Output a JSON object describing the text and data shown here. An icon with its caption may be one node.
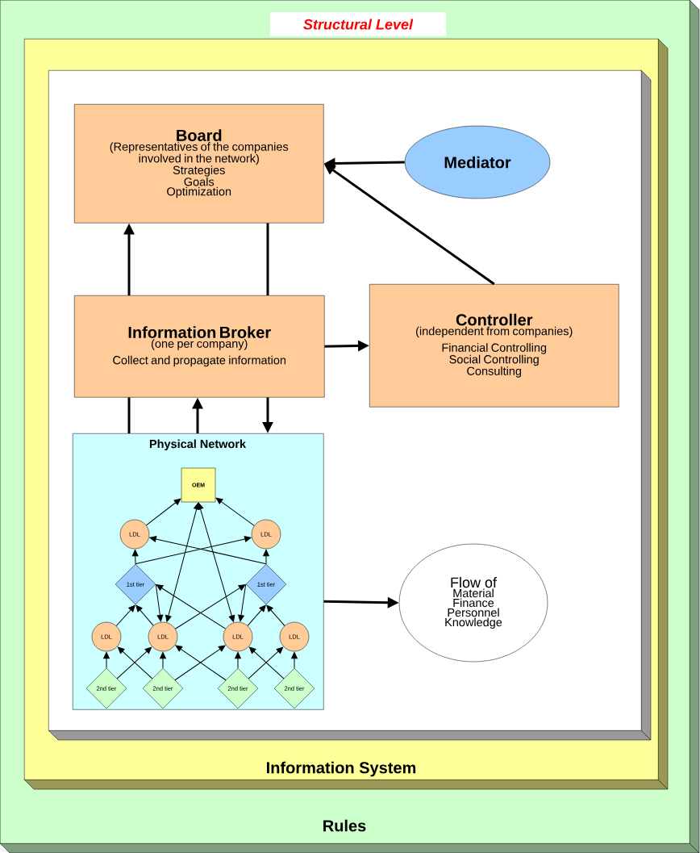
{
  "diagram": {
    "title": "Structural Level",
    "nodes": [
      {
        "text": [
          "Rules"
        ]
      },
      {
        "text": [
          "Information System"
        ],
        "in": 0
      },
      {
        "text": [],
        "shape": "box",
        "in": 1
      },
      {
        "text": [
          "Board",
          "(Representatives of the companies involved in the network)",
          "Strategies",
          "Goals",
          "Optimization"
        ],
        "in": 2
      },
      {
        "text": [
          "Mediator"
        ],
        "in": 2
      },
      {
        "text": [
          "Information Broker",
          "(one per company)",
          "Collect and propagate information"
        ],
        "in": 2
      },
      {
        "text": [
          "Controller",
          "(independent from companies)",
          "Financial Controlling",
          "Social Controlling",
          "Consulting"
        ],
        "in": 2
      },
      {
        "text": [
          "Physical Network"
        ],
        "in": 2
      },
      {
        "text": [
          "OEM"
        ],
        "in": 7
      },
      {
        "text": [
          "LDL"
        ],
        "in": 7
      },
      {
        "text": [
          "LDL"
        ],
        "in": 7
      },
      {
        "text": [
          "1st tier"
        ],
        "in": 7
      },
      {
        "text": [
          "1st tier"
        ],
        "in": 7
      },
      {
        "text": [
          "LDL"
        ],
        "in": 7
      },
      {
        "text": [
          "LDL"
        ],
        "in": 7
      },
      {
        "text": [
          "LDL"
        ],
        "in": 7
      },
      {
        "text": [
          "LDL"
        ],
        "in": 7
      },
      {
        "text": [
          "2nd tier"
        ],
        "in": 7
      },
      {
        "text": [
          "2nd tier"
        ],
        "in": 7
      },
      {
        "text": [
          "2nd tier"
        ],
        "in": 7
      },
      {
        "text": [
          "2nd tier"
        ],
        "in": 7
      },
      {
        "text": [
          "Flow of",
          "Material",
          "Finance",
          "Personnel",
          "Knowledge"
        ],
        "in": 2
      }
    ],
    "edges": [
      {
        "from": 4,
        "to": 3,
        "arrow": "to",
        "style": "thick"
      },
      {
        "from": 6,
        "to": 3,
        "arrow": "to",
        "style": "thick"
      },
      {
        "from": 5,
        "to": 3,
        "arrow": "to",
        "style": "thick"
      },
      {
        "from": 5,
        "to": 3,
        "arrow": "none",
        "style": "thick"
      },
      {
        "from": 5,
        "to": 6,
        "arrow": "to",
        "style": "thick"
      },
      {
        "from": 7,
        "to": 5,
        "arrow": "none",
        "style": "thick"
      },
      {
        "from": 7,
        "to": 5,
        "arrow": "to",
        "style": "thick"
      },
      {
        "from": 5,
        "to": 7,
        "arrow": "to",
        "style": "thick"
      },
      {
        "from": 7,
        "to": 21,
        "arrow": "to",
        "style": "thick"
      },
      {
        "from": 9,
        "to": 8,
        "arrow": "to"
      },
      {
        "from": 10,
        "to": 8,
        "arrow": "to"
      },
      {
        "from": 8,
        "to": 14,
        "arrow": "both"
      },
      {
        "from": 8,
        "to": 15,
        "arrow": "both"
      },
      {
        "from": 11,
        "to": 9,
        "arrow": "to"
      },
      {
        "from": 11,
        "to": 10,
        "arrow": "to"
      },
      {
        "from": 12,
        "to": 10,
        "arrow": "to"
      },
      {
        "from": 12,
        "to": 9,
        "arrow": "to"
      },
      {
        "from": 13,
        "to": 11,
        "arrow": "to"
      },
      {
        "from": 14,
        "to": 11,
        "arrow": "to"
      },
      {
        "from": 11,
        "to": 14,
        "arrow": "to"
      },
      {
        "from": 15,
        "to": 11,
        "arrow": "to"
      },
      {
        "from": 14,
        "to": 12,
        "arrow": "to"
      },
      {
        "from": 12,
        "to": 15,
        "arrow": "to"
      },
      {
        "from": 15,
        "to": 12,
        "arrow": "to"
      },
      {
        "from": 16,
        "to": 12,
        "arrow": "to"
      },
      {
        "from": 17,
        "to": 13,
        "arrow": "to"
      },
      {
        "from": 17,
        "to": 14,
        "arrow": "to"
      },
      {
        "from": 18,
        "to": 14,
        "arrow": "to"
      },
      {
        "from": 18,
        "to": 13,
        "arrow": "to"
      },
      {
        "from": 18,
        "to": 15,
        "arrow": "to"
      },
      {
        "from": 19,
        "to": 15,
        "arrow": "to"
      },
      {
        "from": 19,
        "to": 14,
        "arrow": "to"
      },
      {
        "from": 19,
        "to": 16,
        "arrow": "to"
      },
      {
        "from": 20,
        "to": 16,
        "arrow": "to"
      },
      {
        "from": 20,
        "to": 15,
        "arrow": "to"
      }
    ]
  }
}
